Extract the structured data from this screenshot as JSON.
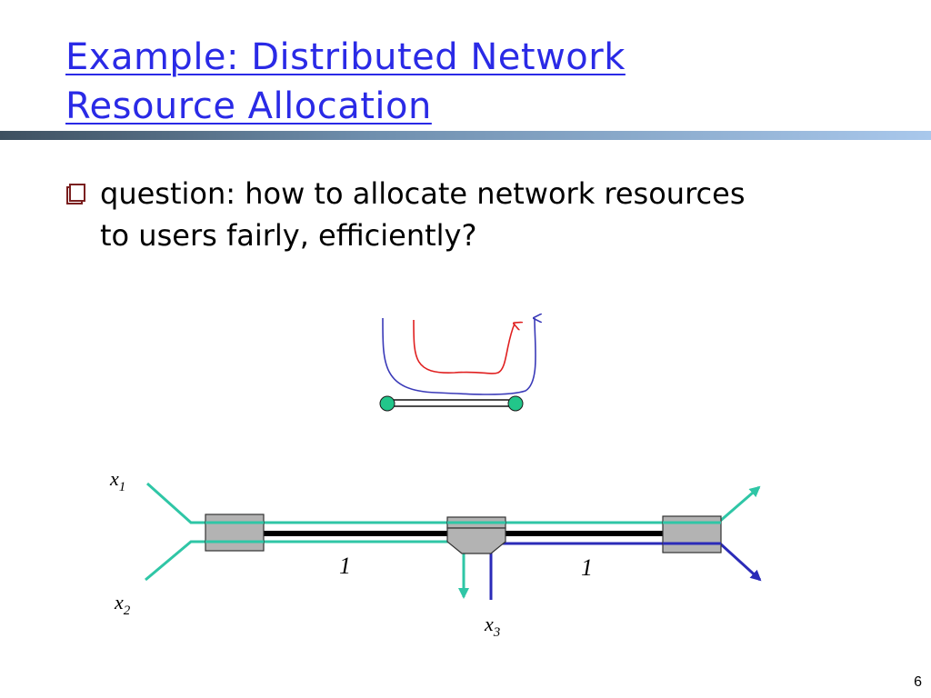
{
  "slide": {
    "title_line1": "Example: Distributed Network",
    "title_line2": "Resource Allocation",
    "bullet": "question: how to allocate network resources to users fairly, efficiently?",
    "page_number": "6"
  },
  "diagram": {
    "flows": [
      {
        "var": "x",
        "sub": "1"
      },
      {
        "var": "x",
        "sub": "2"
      },
      {
        "var": "x",
        "sub": "3"
      }
    ],
    "links": [
      {
        "capacity": "1"
      },
      {
        "capacity": "1"
      }
    ]
  },
  "colors": {
    "title": "#2a2ae6",
    "flow_teal": "#2fc6a6",
    "flow_blue": "#2b2bb8",
    "flow_red": "#e02020",
    "flow_navy": "#3a3ab8",
    "router_fill": "#b3b3b3",
    "node_green": "#22c68a"
  }
}
